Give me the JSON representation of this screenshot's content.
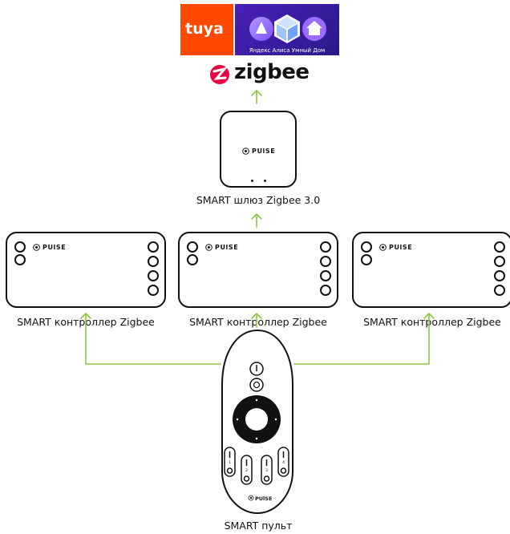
{
  "logos": {
    "tuya": "tuya",
    "yandex_caption": "Яндекс Алиса Умный Дом",
    "zigbee": "zigbee"
  },
  "brand": "PUlSE",
  "gateway": {
    "label": "SMART шлюз Zigbee 3.0"
  },
  "controllers": [
    {
      "label": "SMART контроллер Zigbee"
    },
    {
      "label": "SMART контроллер Zigbee"
    },
    {
      "label": "SMART контроллер Zigbee"
    }
  ],
  "remote": {
    "label": "SMART пульт",
    "zones": [
      "1",
      "2",
      "3",
      "4"
    ]
  },
  "colors": {
    "arrow": "#8dc63f",
    "tuya": "#ff4800",
    "yandex_bg": "#3d1f9e",
    "zigbee_mark": "#eb0443",
    "outline": "#111111"
  }
}
